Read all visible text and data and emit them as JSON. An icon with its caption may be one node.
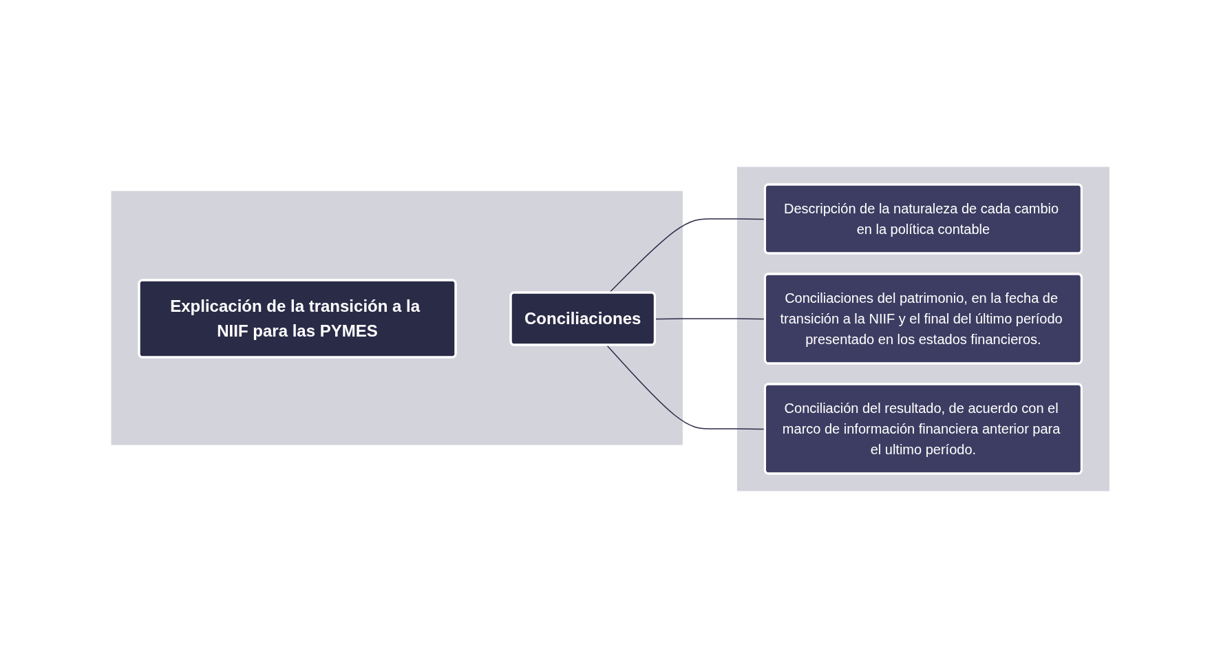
{
  "diagram": {
    "nodes": [
      {
        "text": [],
        "shape": "box"
      },
      {
        "text": [
          "Explicación de la transición a la NIIF para las PYMES"
        ],
        "in": 0
      },
      {
        "text": [
          "Conciliaciones"
        ],
        "in": 0
      },
      {
        "text": [],
        "shape": "box"
      },
      {
        "text": [
          "Descripción de la naturaleza de cada cambio en la política contable"
        ],
        "in": 3
      },
      {
        "text": [
          "Conciliaciones del patrimonio, en la fecha de transición a la NIIF y el final del último período presentado en los estados financieros."
        ],
        "in": 3
      },
      {
        "text": [
          "Conciliación del resultado, de acuerdo con el marco de información financiera anterior para el ultimo período."
        ],
        "in": 3
      }
    ],
    "edges": [
      {
        "from": 2,
        "to": 4,
        "arrow": "none"
      },
      {
        "from": 2,
        "to": 5,
        "arrow": "none"
      },
      {
        "from": 2,
        "to": 6,
        "arrow": "none"
      }
    ]
  }
}
